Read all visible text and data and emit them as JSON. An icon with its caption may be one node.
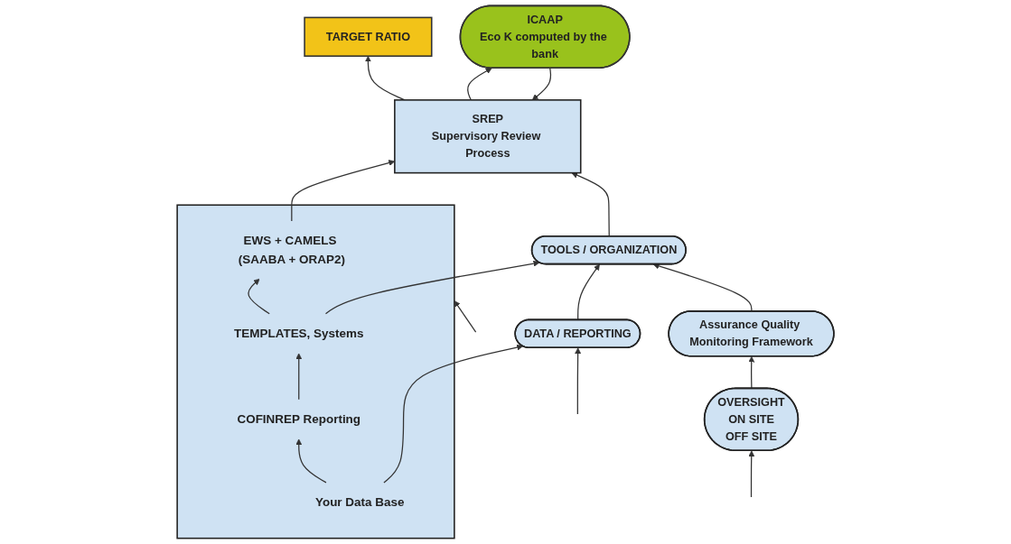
{
  "diagram": {
    "nodes": [
      {
        "text": [],
        "shape": "box"
      },
      {
        "text": [
          "EWS + CAMELS (SAABA + ORAP2)"
        ],
        "in": 0
      },
      {
        "text": [
          "TEMPLATES, Systems"
        ],
        "in": 0
      },
      {
        "text": [
          "COFINREP Reporting"
        ],
        "in": 0
      },
      {
        "text": [
          "Your Data Base"
        ],
        "in": 0
      },
      {
        "text": [
          "TARGET RATIO"
        ]
      },
      {
        "text": [
          "SREP",
          "Supervisory Review Process"
        ]
      },
      {
        "text": [
          "ICAAP",
          "Eco K computed by the bank"
        ]
      },
      {
        "text": [
          "TOOLS / ORGANIZATION"
        ]
      },
      {
        "text": [
          "Assurance Quality Monitoring Framework"
        ]
      },
      {
        "text": [
          "DATA / REPORTING"
        ]
      },
      {
        "text": [
          "OVERSIGHT",
          "ON SITE",
          "OFF SITE"
        ]
      }
    ],
    "edges": [
      {
        "from": 4,
        "to": 3,
        "arrow": "to"
      },
      {
        "from": 3,
        "to": 2,
        "arrow": "to"
      },
      {
        "from": 2,
        "to": 1,
        "arrow": "to"
      },
      {
        "from": 1,
        "to": 6,
        "arrow": "to"
      },
      {
        "from": 2,
        "to": 8,
        "arrow": "to"
      },
      {
        "from": 4,
        "to": 10,
        "arrow": "to"
      },
      {
        "from": 6,
        "to": 5,
        "arrow": "to"
      },
      {
        "from": 6,
        "to": 7,
        "arrow": "to"
      },
      {
        "from": 7,
        "to": 6,
        "arrow": "to"
      },
      {
        "from": 8,
        "to": 6,
        "arrow": "to"
      },
      {
        "from": 10,
        "to": 8,
        "arrow": "to"
      },
      {
        "from": 9,
        "to": 8,
        "arrow": "to"
      },
      {
        "from": 11,
        "to": 9,
        "arrow": "to"
      },
      {
        "from": null,
        "to": 0,
        "arrow": "to"
      },
      {
        "from": null,
        "to": 10,
        "arrow": "to"
      },
      {
        "from": null,
        "to": 11,
        "arrow": "to"
      }
    ]
  }
}
